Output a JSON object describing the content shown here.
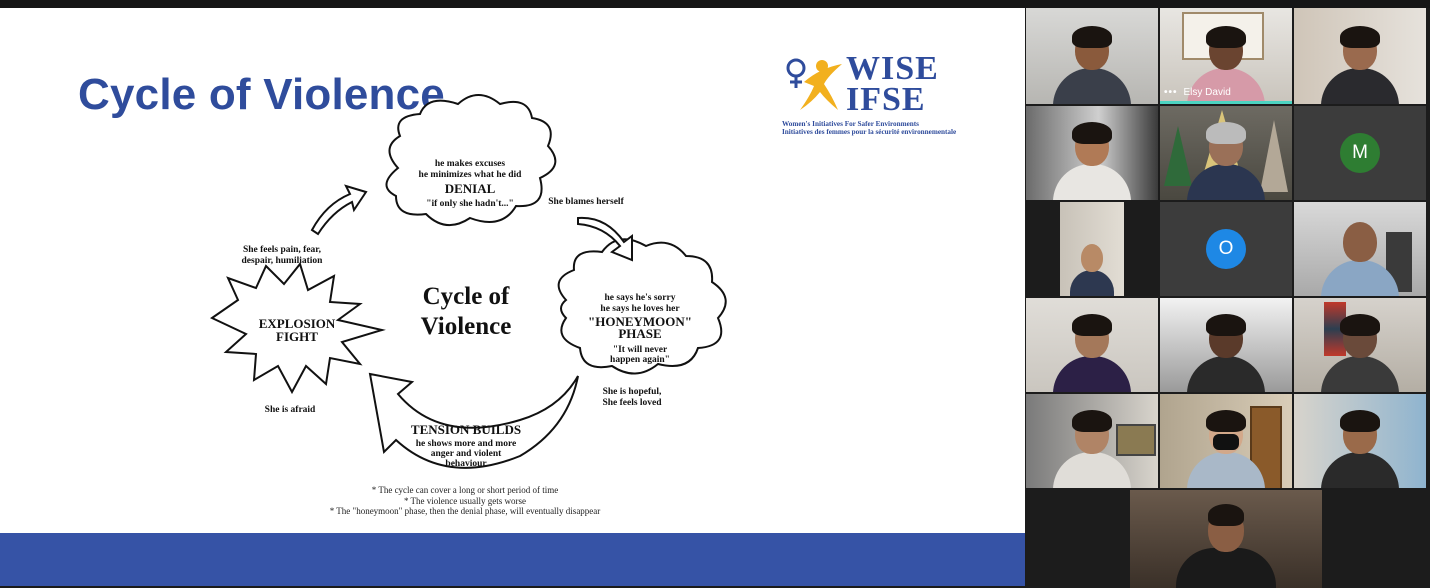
{
  "slide": {
    "title": "Cycle of Violence",
    "logo": {
      "line1": "WISE",
      "line2": "IFSE",
      "tagline_en": "Women's Initiatives For Safer Environments",
      "tagline_fr": "Initiatives des femmes pour la sécurité environnementale"
    },
    "diagram": {
      "center_line1": "Cycle of",
      "center_line2": "Violence",
      "denial": {
        "line1": "he makes excuses",
        "line2": "he minimizes what he did",
        "title": "DENIAL",
        "quote": "\"if only she hadn't...\""
      },
      "honeymoon": {
        "line1": "he says he's sorry",
        "line2": "he says he loves her",
        "title1": "\"HONEYMOON\"",
        "title2": "PHASE",
        "quote1": "\"It will never",
        "quote2": "happen again\""
      },
      "tension": {
        "title": "TENSION BUILDS",
        "line1": "he shows more and more",
        "line2": "anger and violent",
        "line3": "behaviour"
      },
      "explosion": {
        "line1": "EXPLOSION",
        "line2": "FIGHT"
      },
      "labels": {
        "blames": "She blames herself",
        "pain1": "She feels pain, fear,",
        "pain2": "despair, humiliation",
        "afraid": "She is afraid",
        "hopeful1": "She is hopeful,",
        "hopeful2": "She feels loved"
      }
    },
    "notes": [
      "* The cycle can cover a long or short period of time",
      "* The violence usually gets worse",
      "* The \"honeymoon\" phase, then the denial phase, will eventually disappear"
    ]
  },
  "gallery": {
    "active_speaker_name": "Elsy David",
    "avatars": [
      {
        "initial": "M",
        "color": "#2e7d32"
      },
      {
        "initial": "O",
        "color": "#1e88e5"
      }
    ]
  },
  "colors": {
    "slide_title": "#2f4c9c",
    "slide_band": "#3653a6",
    "speaking_indicator": "#4cd3c1"
  }
}
